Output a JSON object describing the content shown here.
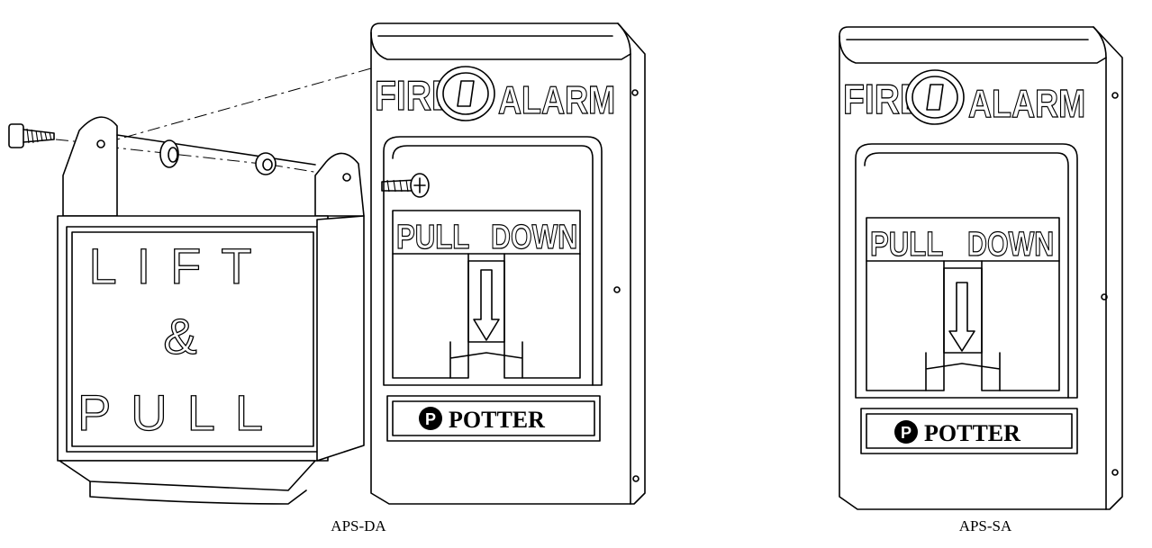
{
  "figures": [
    {
      "caption": "APS-DA",
      "housing": {
        "top_left_word": "FIRE",
        "top_right_word": "ALARM",
        "handle_left_word": "PULL",
        "handle_right_word": "DOWN",
        "brand": "POTTER"
      },
      "cover": {
        "line1": "LIFT",
        "line2": "&",
        "line3": "PULL"
      }
    },
    {
      "caption": "APS-SA",
      "housing": {
        "top_left_word": "FIRE",
        "top_right_word": "ALARM",
        "handle_left_word": "PULL",
        "handle_right_word": "DOWN",
        "brand": "POTTER"
      }
    }
  ],
  "icons": [
    "screw-icon",
    "washer-icon",
    "potter-logo-icon",
    "down-arrow-icon"
  ]
}
